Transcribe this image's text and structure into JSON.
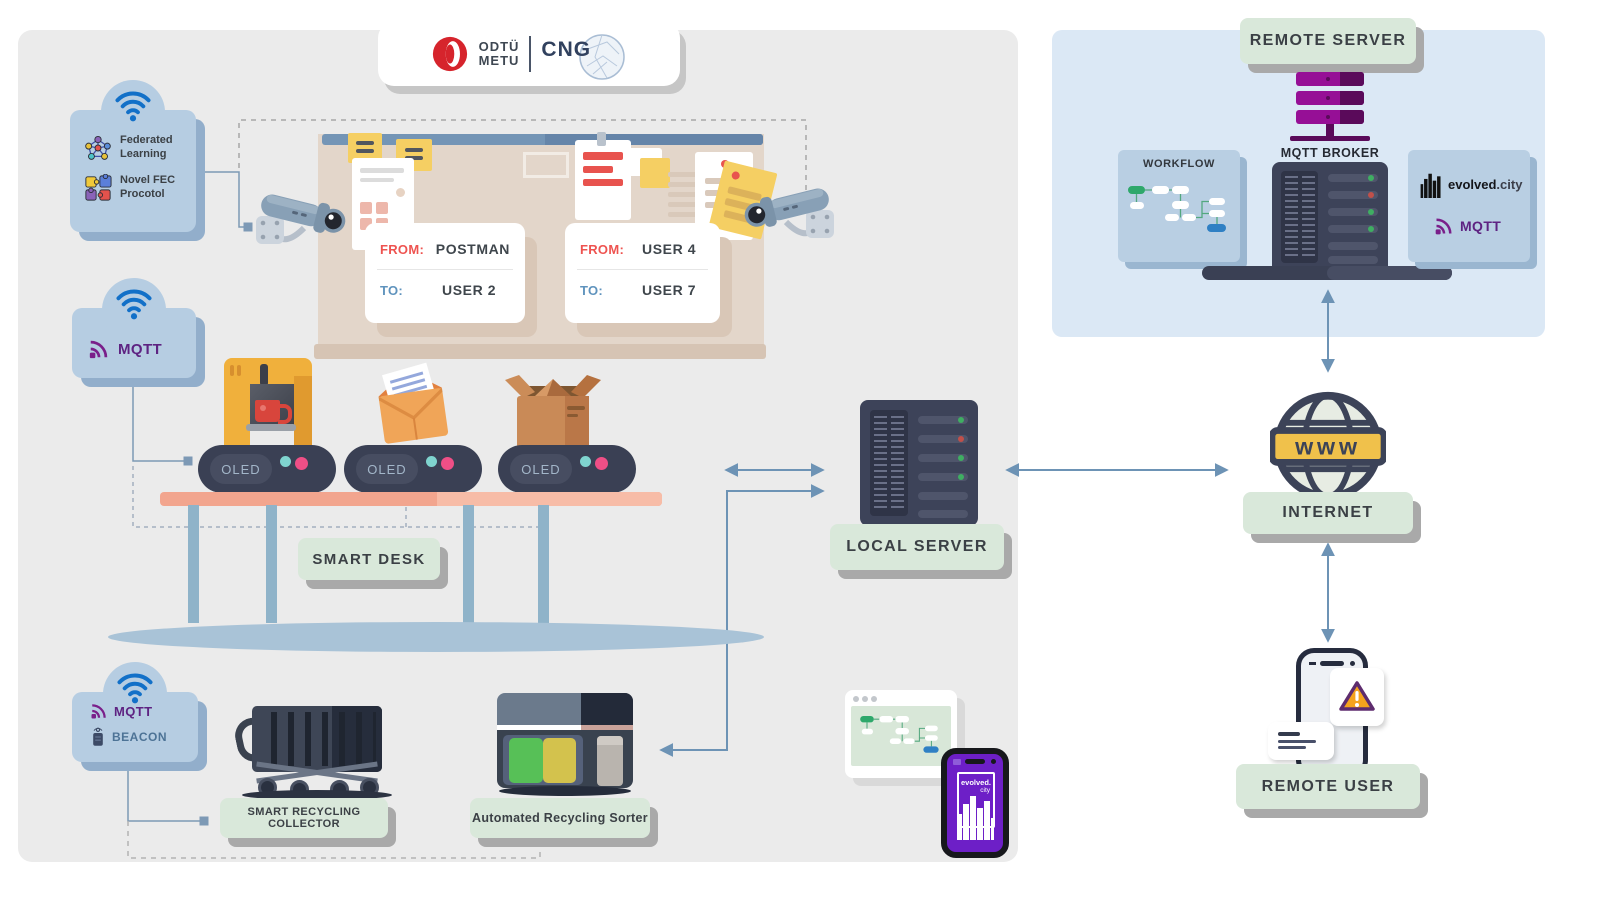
{
  "palette": {
    "panel_gray": "#ebebeb",
    "panel_blue": "#dbe8f5",
    "card_blue": "#b6cde2",
    "label_green": "#d9e8da",
    "arrow_blue": "#6d93b5",
    "mqtt_purple": "#5e2382",
    "broker_magenta": "#960f96",
    "alert_orange": "#f5a31d",
    "desk_salmon": "#f2a58e",
    "led_green": "#3fae62",
    "led_red": "#c0504a"
  },
  "logo": {
    "org_line1": "ODTÜ",
    "org_line2": "METU",
    "group": "CNG"
  },
  "federated_card": {
    "item1_line1": "Federated",
    "item1_line2": "Learning",
    "item2_line1": "Novel FEC",
    "item2_line2": "Procotol"
  },
  "desk_mqtt_card": {
    "label": "MQTT"
  },
  "recycle_card": {
    "mqtt_label": "MQTT",
    "beacon_label": "BEACON"
  },
  "board": {
    "deliveries": [
      {
        "from_label": "FROM:",
        "from_value": "POSTMAN",
        "to_label": "TO:",
        "to_value": "USER 2"
      },
      {
        "from_label": "FROM:",
        "from_value": "USER 4",
        "to_label": "TO:",
        "to_value": "USER 7"
      }
    ]
  },
  "oled": {
    "label": "OLED"
  },
  "labels": {
    "smart_desk": "SMART DESK",
    "local_server": "LOCAL SERVER",
    "remote_server": "REMOTE SERVER",
    "mqtt_broker": "MQTT BROKER",
    "workflow": "WORKFLOW",
    "internet": "INTERNET",
    "remote_user": "REMOTE USER",
    "collector": "SMART RECYCLING COLLECTOR",
    "sorter": "Automated Recycling Sorter"
  },
  "evolved_city": {
    "name_bold": "evolved",
    "name_suffix": ".city",
    "mqtt_label": "MQTT"
  },
  "internet": {
    "www": "www"
  },
  "phone_app": {
    "line1": "evolved.",
    "line2": "city"
  }
}
